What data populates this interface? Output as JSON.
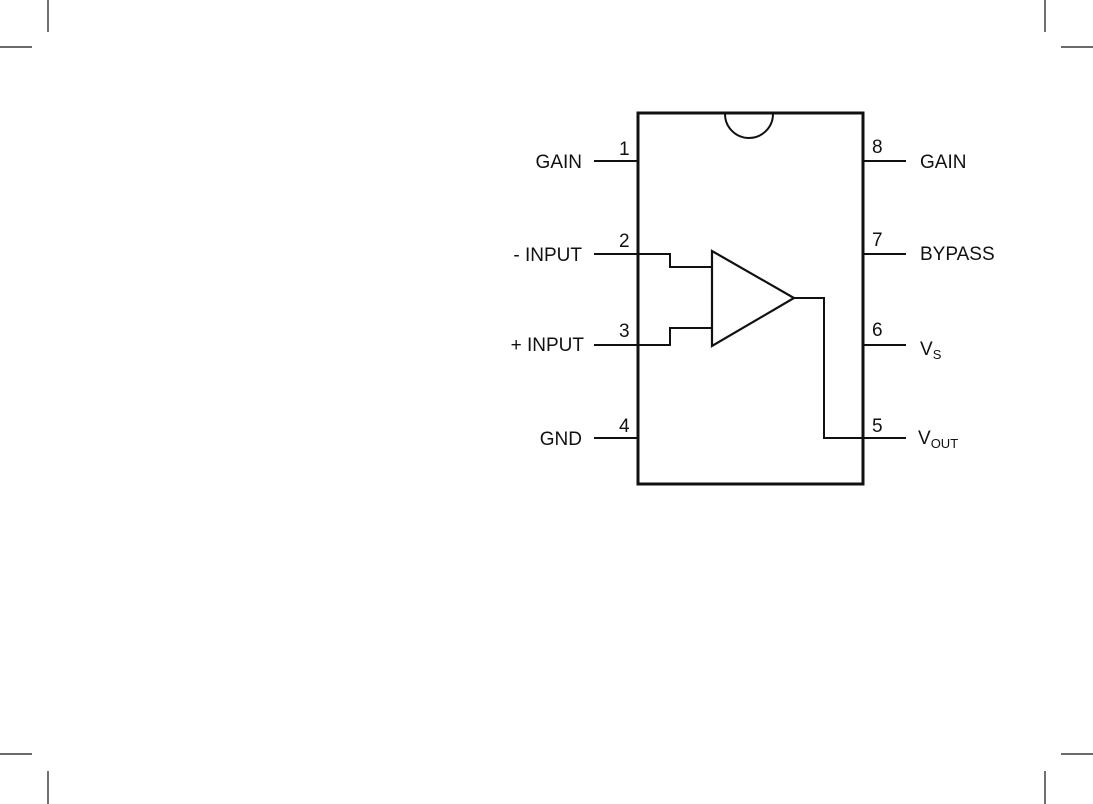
{
  "diagram": {
    "pins": [
      {
        "number": "1",
        "label": "GAIN"
      },
      {
        "number": "2",
        "label": "- INPUT"
      },
      {
        "number": "3",
        "label": "+ INPUT"
      },
      {
        "number": "4",
        "label": "GND"
      },
      {
        "number": "5",
        "label_main": "V",
        "label_sub": "OUT"
      },
      {
        "number": "6",
        "label_main": "V",
        "label_sub": "S"
      },
      {
        "number": "7",
        "label": "BYPASS"
      },
      {
        "number": "8",
        "label": "GAIN"
      }
    ],
    "colors": {
      "ink": "#111111",
      "background": "#ffffff"
    }
  }
}
